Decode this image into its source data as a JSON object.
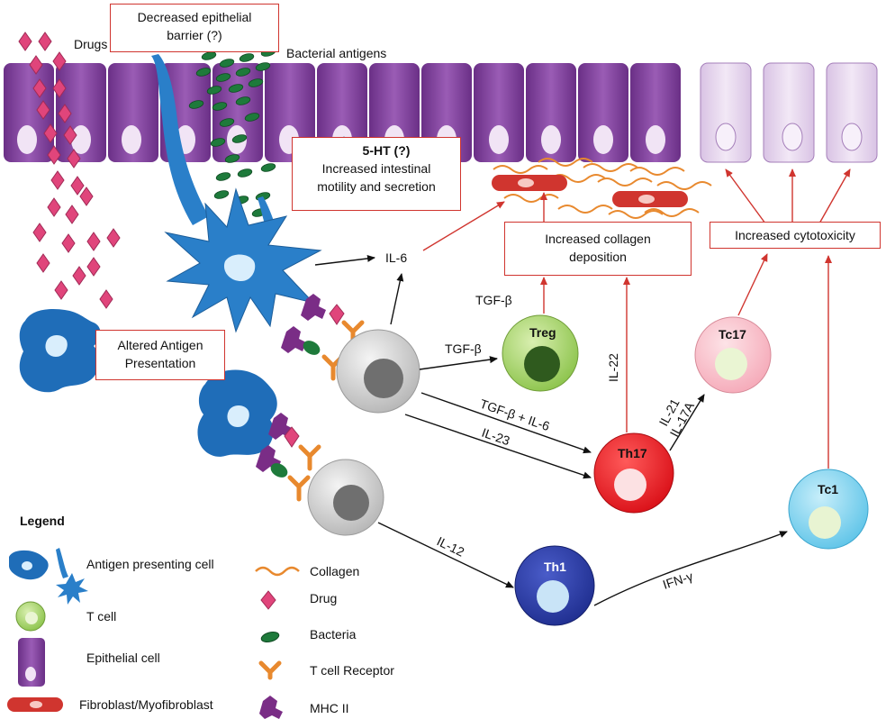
{
  "labels": {
    "drugs": "Drugs",
    "bacterial_antigens": "Bacterial antigens",
    "il6": "IL-6",
    "tgfb_top": "TGF-β",
    "tgfb_mid": "TGF-β",
    "tgfb_il6": "TGF-β + IL-6",
    "il23": "IL-23",
    "il12": "IL-12",
    "il22": "IL-22",
    "il21": "IL-21",
    "il17a": "IL-17A",
    "ifng": "IFN-γ"
  },
  "boxes": {
    "epithelial_barrier_line1": "Decreased epithelial",
    "epithelial_barrier_line2": "barrier (?)",
    "serotonin_title": "5-HT (?)",
    "serotonin_line1": "Increased intestinal",
    "serotonin_line2": "motility and secretion",
    "collagen_line1": "Increased collagen",
    "collagen_line2": "deposition",
    "cytotoxicity": "Increased cytotoxicity",
    "antigen_line1": "Altered Antigen",
    "antigen_line2": "Presentation"
  },
  "cells": {
    "treg": "Treg",
    "th17": "Th17",
    "tc17": "Tc17",
    "tc1": "Tc1",
    "th1": "Th1"
  },
  "legend": {
    "title": "Legend",
    "items": [
      "Antigen presenting cell",
      "T cell",
      "Epithelial cell",
      "Fibroblast/Myofibroblast",
      "Collagen",
      "Drug",
      "Bacteria",
      "T cell Receptor",
      "MHC II"
    ]
  },
  "colors": {
    "epithelial": "#7b3f97",
    "epithelial_light": "#e4d2ec",
    "apc": "#2a7fc9",
    "drug": "#e0457b",
    "bacteria": "#1e7a3b",
    "arrow_red": "#d0352f",
    "collagen": "#e8892e",
    "mhc": "#7a2d86"
  }
}
